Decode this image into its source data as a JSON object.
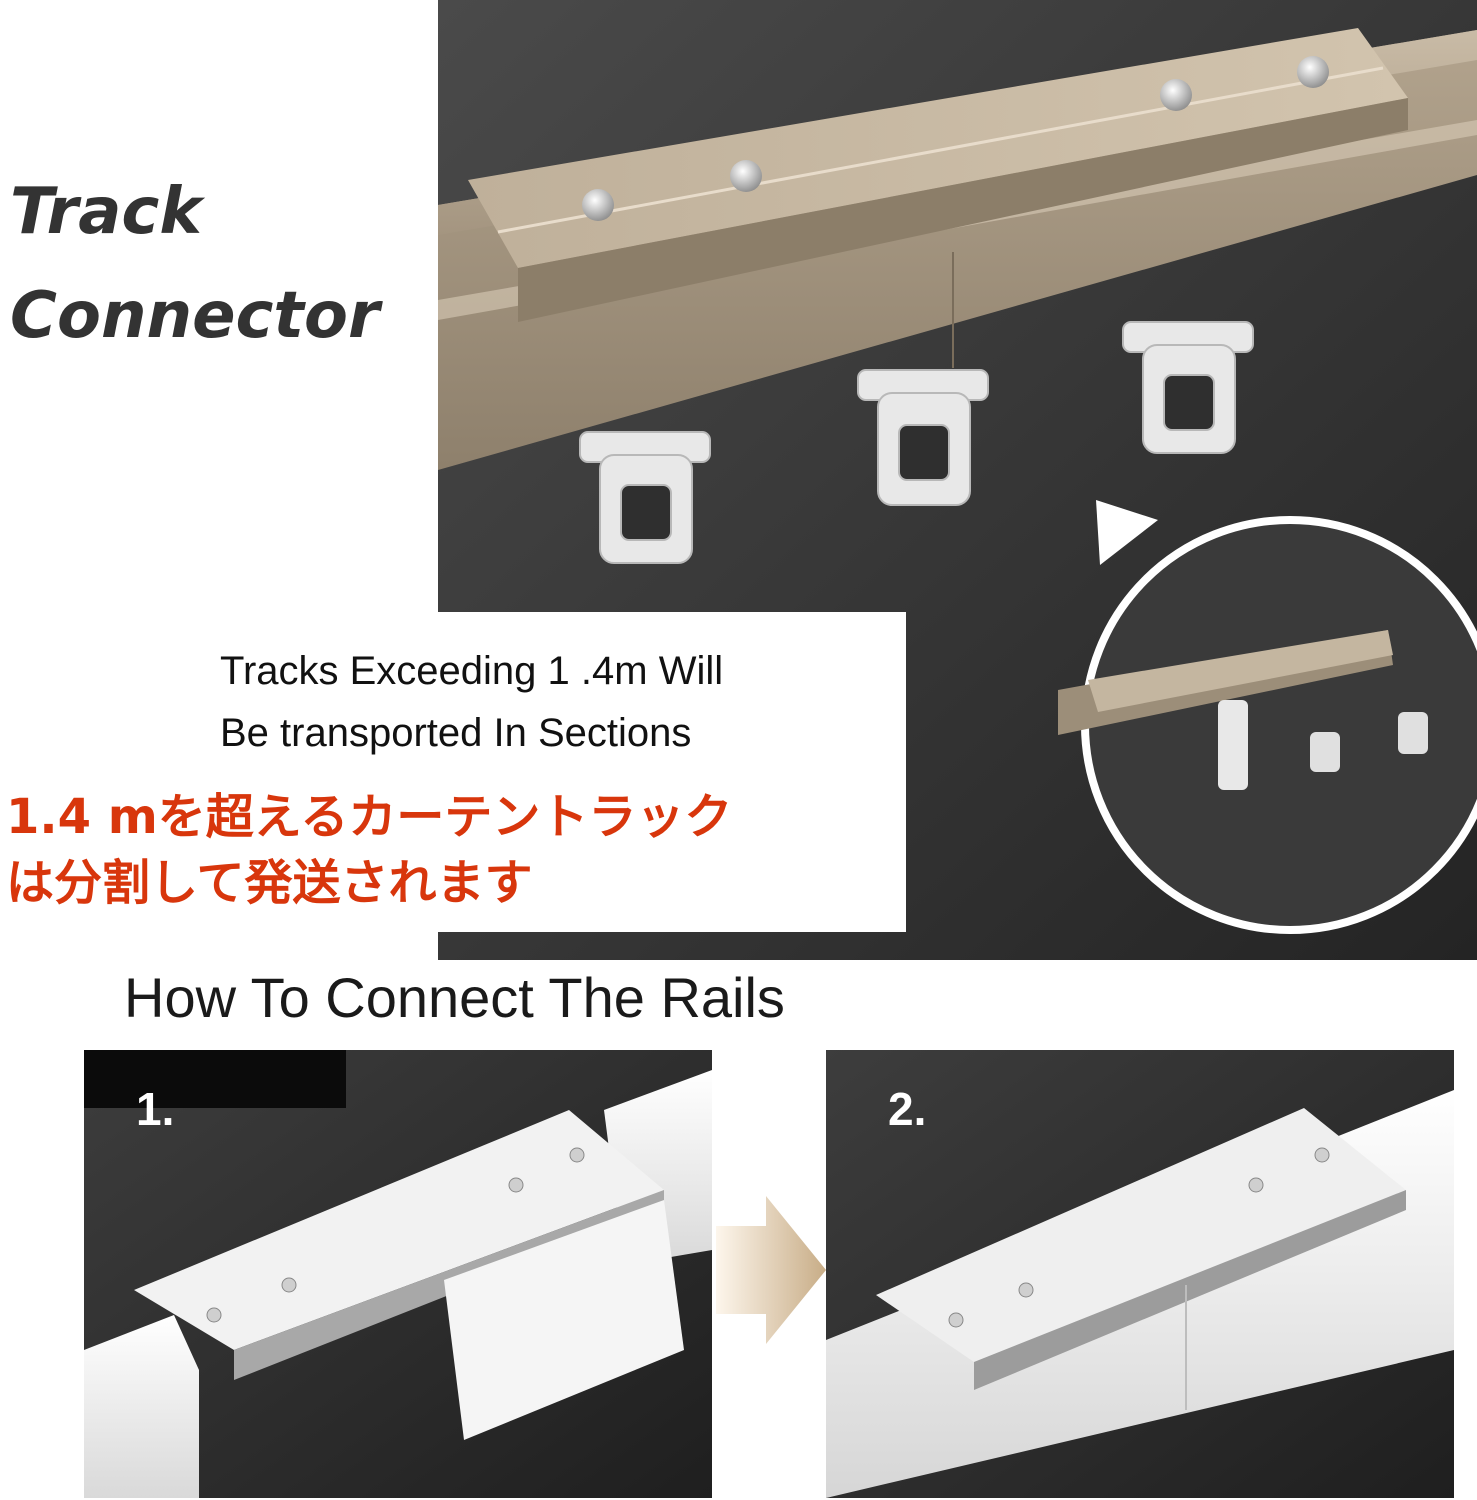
{
  "title": {
    "line1": "Track",
    "line2": "Connector"
  },
  "notice": {
    "en_line1": "Tracks Exceeding 1 .4m Will",
    "en_line2": "Be transported In Sections",
    "jp_line1": "1.4 mを超えるカーテントラック",
    "jp_line2": "は分割して発送されます"
  },
  "howto": {
    "title": "How To Connect The Rails",
    "step1": "1.",
    "step2": "2."
  },
  "colors": {
    "japanese_text": "#d8360c",
    "title_text": "#333333",
    "track_champagne": "#a89a85",
    "background_dark": "#2b2b2b"
  }
}
